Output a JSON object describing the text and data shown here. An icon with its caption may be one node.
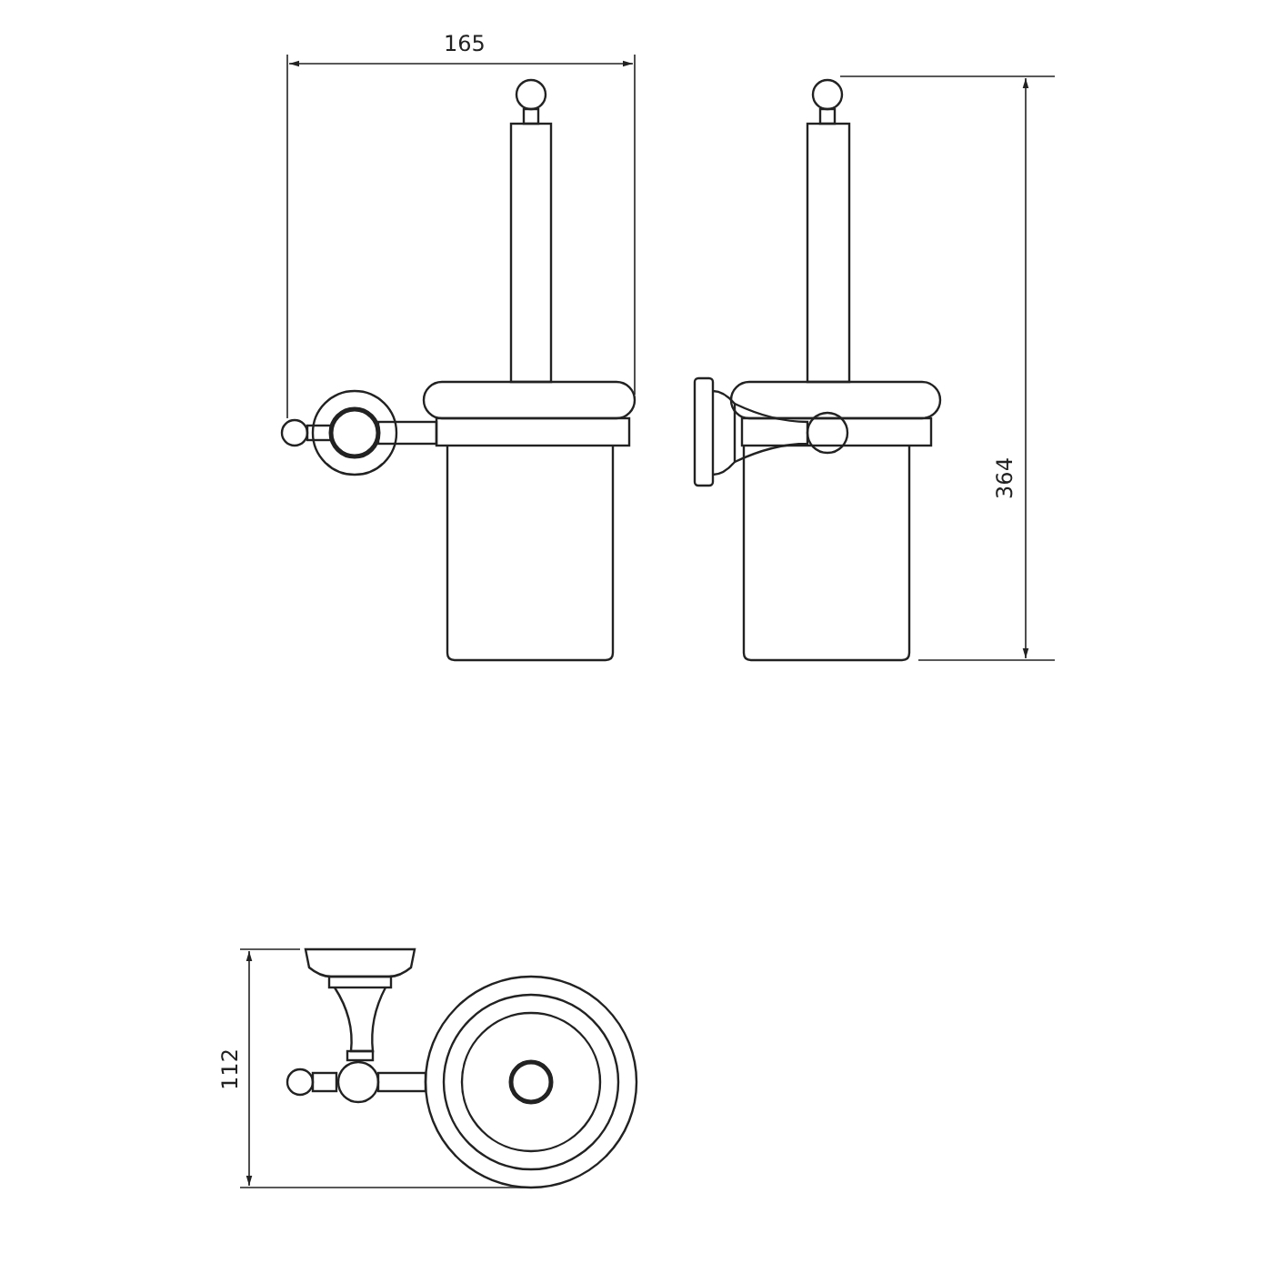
{
  "diagram": {
    "labels": [
      "165",
      "364",
      "112"
    ]
  }
}
